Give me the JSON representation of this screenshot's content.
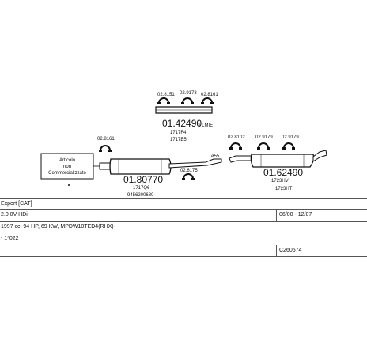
{
  "diagram": {
    "parts": {
      "main_pipe": {
        "code": "01.42490",
        "ref": "1717F4",
        "ref2": "1717E5",
        "suffix": "× LMIE"
      },
      "front_muffler": {
        "code": "01.80770",
        "ref": "1717Q6",
        "ref2": "9456200680"
      },
      "rear_muffler": {
        "code": "01.62490",
        "ref": "1723HV",
        "ref2": "1723HT"
      },
      "clamps": [
        {
          "code": "02.8151"
        },
        {
          "code": "02.9173"
        },
        {
          "code": "02.8161"
        },
        {
          "code": "02.8161"
        },
        {
          "code": "02.6175"
        },
        {
          "code": "02.8102"
        },
        {
          "code": "02.9179"
        },
        {
          "code": "02.9179"
        }
      ],
      "diameter": "ø55"
    },
    "notice": {
      "line1": "Articolo",
      "line2": "non",
      "line3": "Commercializzato"
    }
  },
  "details": {
    "rows": [
      {
        "left": "Export [CAT]",
        "right": ""
      },
      {
        "left": "2.0 0V HDi",
        "right": "06/00 - 12/07"
      },
      {
        "left": "1997 cc, 94 HP, 69 KW, MPDW10TED4(RHX)-",
        "right": ""
      },
      {
        "left": "- 1*022",
        "right": ""
      },
      {
        "left": "",
        "right": "C260574"
      }
    ]
  }
}
